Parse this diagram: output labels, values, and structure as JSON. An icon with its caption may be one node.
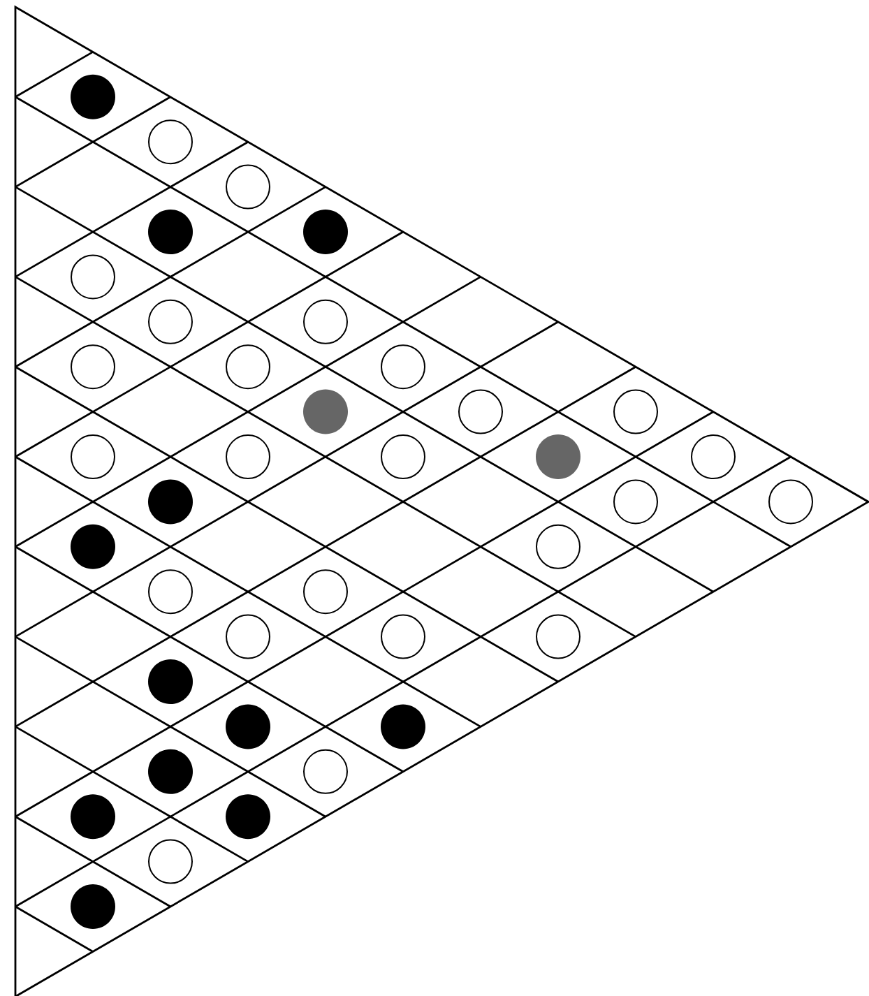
{
  "diagram": {
    "nodes": [
      {
        "text": [],
        "shape": "dot"
      },
      {
        "text": [],
        "shape": "circle"
      },
      {
        "text": [],
        "shape": "circle"
      },
      {
        "text": [],
        "shape": "dot"
      },
      {
        "text": [],
        "shape": "dot"
      },
      {
        "text": [],
        "shape": "circle"
      },
      {
        "text": [],
        "shape": "circle"
      },
      {
        "text": [],
        "shape": "circle"
      },
      {
        "text": [],
        "shape": "circle"
      },
      {
        "text": [],
        "shape": "circle"
      },
      {
        "text": [],
        "shape": "circle"
      },
      {
        "text": [],
        "shape": "dot"
      },
      {
        "text": [],
        "shape": "circle"
      },
      {
        "text": [],
        "shape": "circle"
      },
      {
        "text": [],
        "shape": "circle"
      },
      {
        "text": [],
        "shape": "circle"
      },
      {
        "text": [],
        "shape": "circle"
      },
      {
        "text": [],
        "shape": "dot"
      },
      {
        "text": [],
        "shape": "circle"
      },
      {
        "text": [],
        "shape": "dot"
      },
      {
        "text": [],
        "shape": "circle"
      },
      {
        "text": [],
        "shape": "circle"
      },
      {
        "text": [],
        "shape": "dot"
      },
      {
        "text": [],
        "shape": "circle"
      },
      {
        "text": [],
        "shape": "circle"
      },
      {
        "text": [],
        "shape": "circle"
      },
      {
        "text": [],
        "shape": "circle"
      },
      {
        "text": [],
        "shape": "circle"
      },
      {
        "text": [],
        "shape": "circle"
      },
      {
        "text": [],
        "shape": "dot"
      },
      {
        "text": [],
        "shape": "dot"
      },
      {
        "text": [],
        "shape": "dot"
      },
      {
        "text": [],
        "shape": "dot"
      },
      {
        "text": [],
        "shape": "circle"
      },
      {
        "text": [],
        "shape": "dot"
      },
      {
        "text": [],
        "shape": "dot"
      },
      {
        "text": [],
        "shape": "circle"
      },
      {
        "text": [],
        "shape": "dot"
      }
    ]
  }
}
